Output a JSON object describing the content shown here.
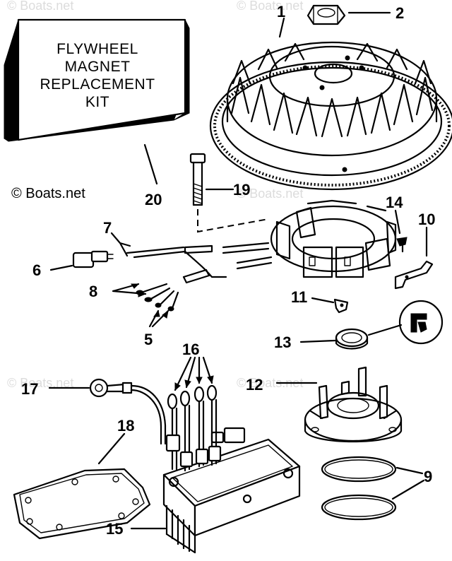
{
  "watermark": {
    "main": "© Boats.net",
    "faint": "© Boats.net"
  },
  "kit_box": {
    "lines": [
      "FLYWHEEL",
      "MAGNET",
      "REPLACEMENT",
      "KIT"
    ]
  },
  "callouts": {
    "c1": "1",
    "c2": "2",
    "c5": "5",
    "c6": "6",
    "c7": "7",
    "c8": "8",
    "c9": "9",
    "c10": "10",
    "c11": "11",
    "c12": "12",
    "c13": "13",
    "c14": "14",
    "c15": "15",
    "c16": "16",
    "c17": "17",
    "c18": "18",
    "c19": "19",
    "c20": "20"
  }
}
